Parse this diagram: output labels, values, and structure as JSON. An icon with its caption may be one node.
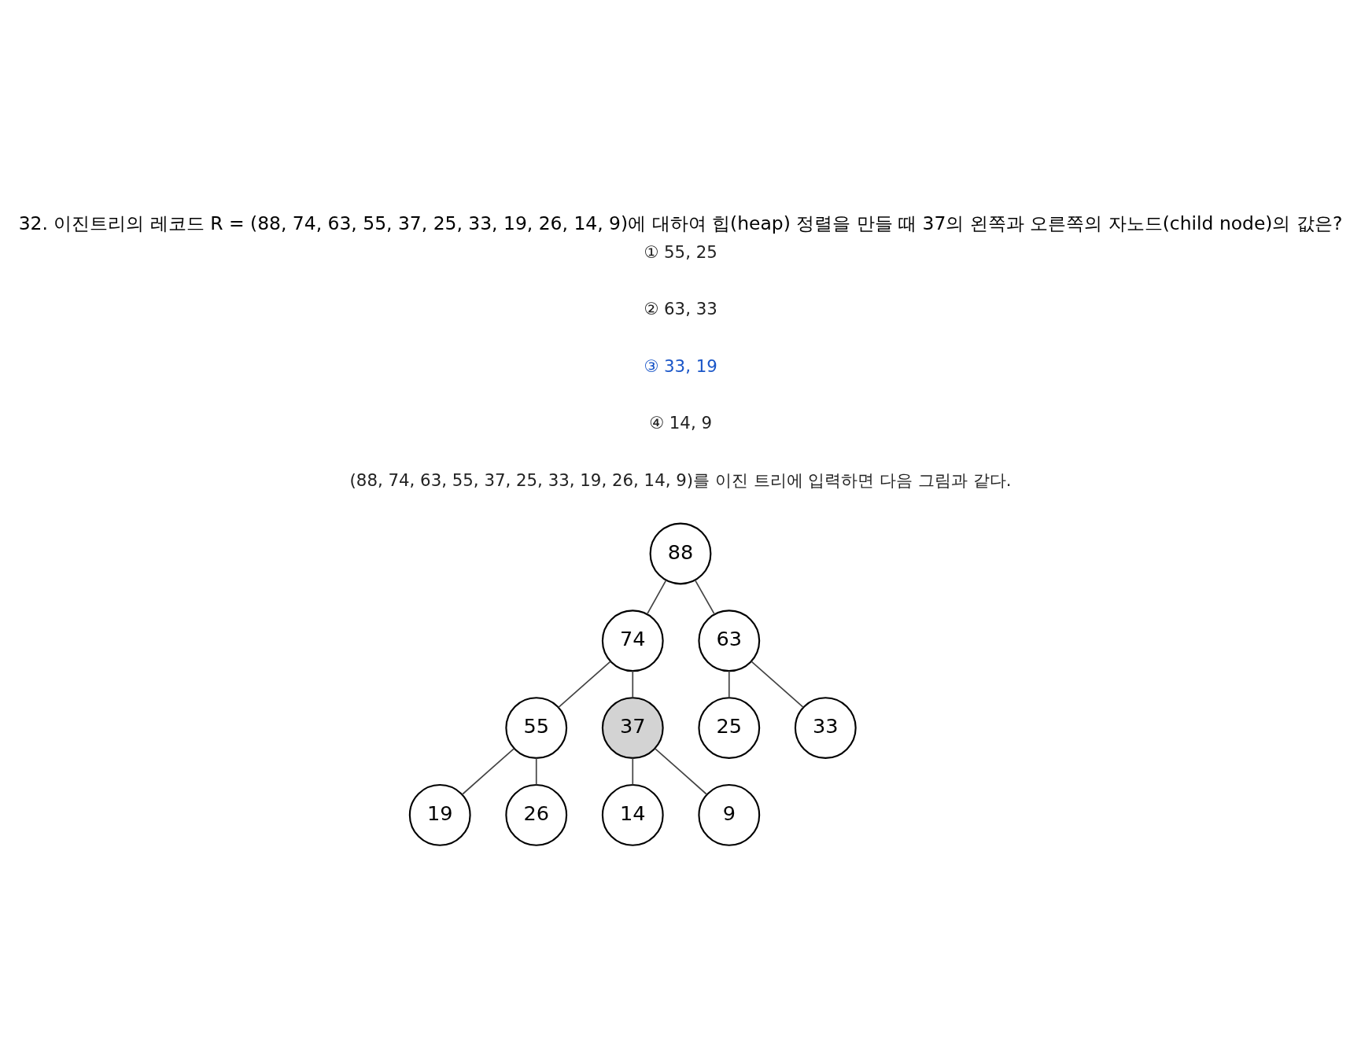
{
  "diagram": {
    "title": "32. 이진트리의 레코드 R = (88, 74, 63, 55, 37, 25, 33, 19, 26, 14, 9)에 대하여 힙(heap) 정렬을 만들 때 37의 왼쪽과 오른쪽의 자노드(child node)의 값은?",
    "nodes": [
      {
        "text": [
          "88"
        ]
      },
      {
        "text": [
          "74"
        ]
      },
      {
        "text": [
          "63"
        ]
      },
      {
        "text": [
          "55"
        ]
      },
      {
        "text": [
          "37"
        ]
      },
      {
        "text": [
          "25"
        ]
      },
      {
        "text": [
          "33"
        ]
      },
      {
        "text": [
          "19"
        ]
      },
      {
        "text": [
          "26"
        ]
      },
      {
        "text": [
          "14"
        ]
      },
      {
        "text": [
          "9"
        ]
      }
    ],
    "edges": [
      {
        "from": 0,
        "to": 1,
        "arrow": "none"
      },
      {
        "from": 0,
        "to": 2,
        "arrow": "none"
      },
      {
        "from": 1,
        "to": 3,
        "arrow": "none"
      },
      {
        "from": 1,
        "to": 4,
        "arrow": "none"
      },
      {
        "from": 2,
        "to": 5,
        "arrow": "none"
      },
      {
        "from": 2,
        "to": 6,
        "arrow": "none"
      },
      {
        "from": 3,
        "to": 7,
        "arrow": "none"
      },
      {
        "from": 3,
        "to": 8,
        "arrow": "none"
      },
      {
        "from": 4,
        "to": 9,
        "arrow": "none"
      },
      {
        "from": 4,
        "to": 10,
        "arrow": "none"
      }
    ],
    "labels": [
      "① 55, 25",
      "② 63, 33",
      "③ 33, 19",
      "④ 14, 9",
      "(88, 74, 63, 55, 37, 25, 33, 19, 26, 14, 9)를 이진 트리에 입력하면 다음 그림과 같다."
    ]
  }
}
